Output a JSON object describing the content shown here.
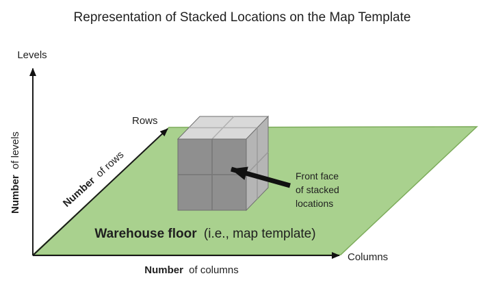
{
  "title": {
    "text": "Representation of Stacked Locations on the Map Template",
    "color": "#1f1f1f"
  },
  "axes": {
    "vertical": {
      "title": "Levels",
      "caption_bold": "Number",
      "caption_rest": "of levels"
    },
    "diagonal": {
      "title": "Rows",
      "caption_bold": "Number",
      "caption_rest": "of rows"
    },
    "horizontal": {
      "title": "Columns",
      "caption_bold": "Number",
      "caption_rest": "of columns"
    },
    "line_color": "#1a1a1a"
  },
  "floor": {
    "label_bold": "Warehouse floor",
    "label_rest": "(i.e., map template)",
    "fill": "#a9d18e",
    "border": "#7cab5a",
    "label_bold_color": "#538135",
    "label_rest_color": "#76a94e"
  },
  "cube": {
    "description": "2x2x2 stack of gray location cells",
    "front_fill": "#8f8f8f",
    "top_fill": "#d9d9d9",
    "side_fill": "#b5b5b5",
    "edge_color": "#6e6e6e"
  },
  "annotation": {
    "lines": [
      "Front face",
      "of stacked",
      "locations"
    ],
    "color": "#262626",
    "arrow_color": "#111111"
  }
}
